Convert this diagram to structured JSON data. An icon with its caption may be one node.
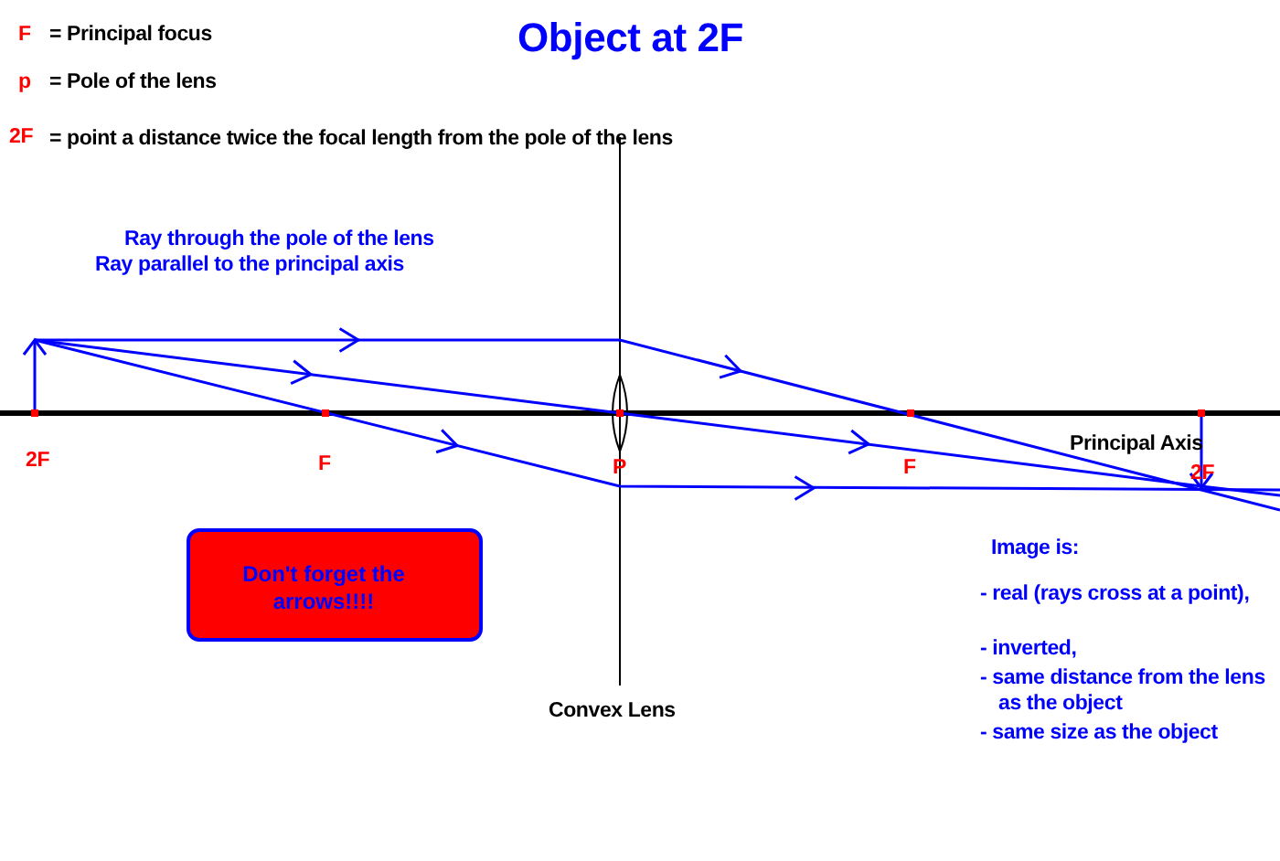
{
  "diagram": {
    "title": "Object at 2F",
    "nodes": [
      {
        "text": [
          "Don't forget the arrows!!!!"
        ]
      }
    ],
    "labels": [
      "F",
      "= Principal focus",
      "p",
      "= Pole of the lens",
      "2F",
      "= point a distance twice the focal length from the pole of the lens",
      "Ray through the pole of the lens",
      "Ray parallel to the principal axis",
      "2F",
      "F",
      "P",
      "F",
      "Principal Axis",
      "2F",
      "Convex Lens",
      "Image is:",
      "- real (rays cross at a point),",
      "- inverted,",
      "- same distance from the lens as the object",
      "- same size as the object"
    ]
  }
}
